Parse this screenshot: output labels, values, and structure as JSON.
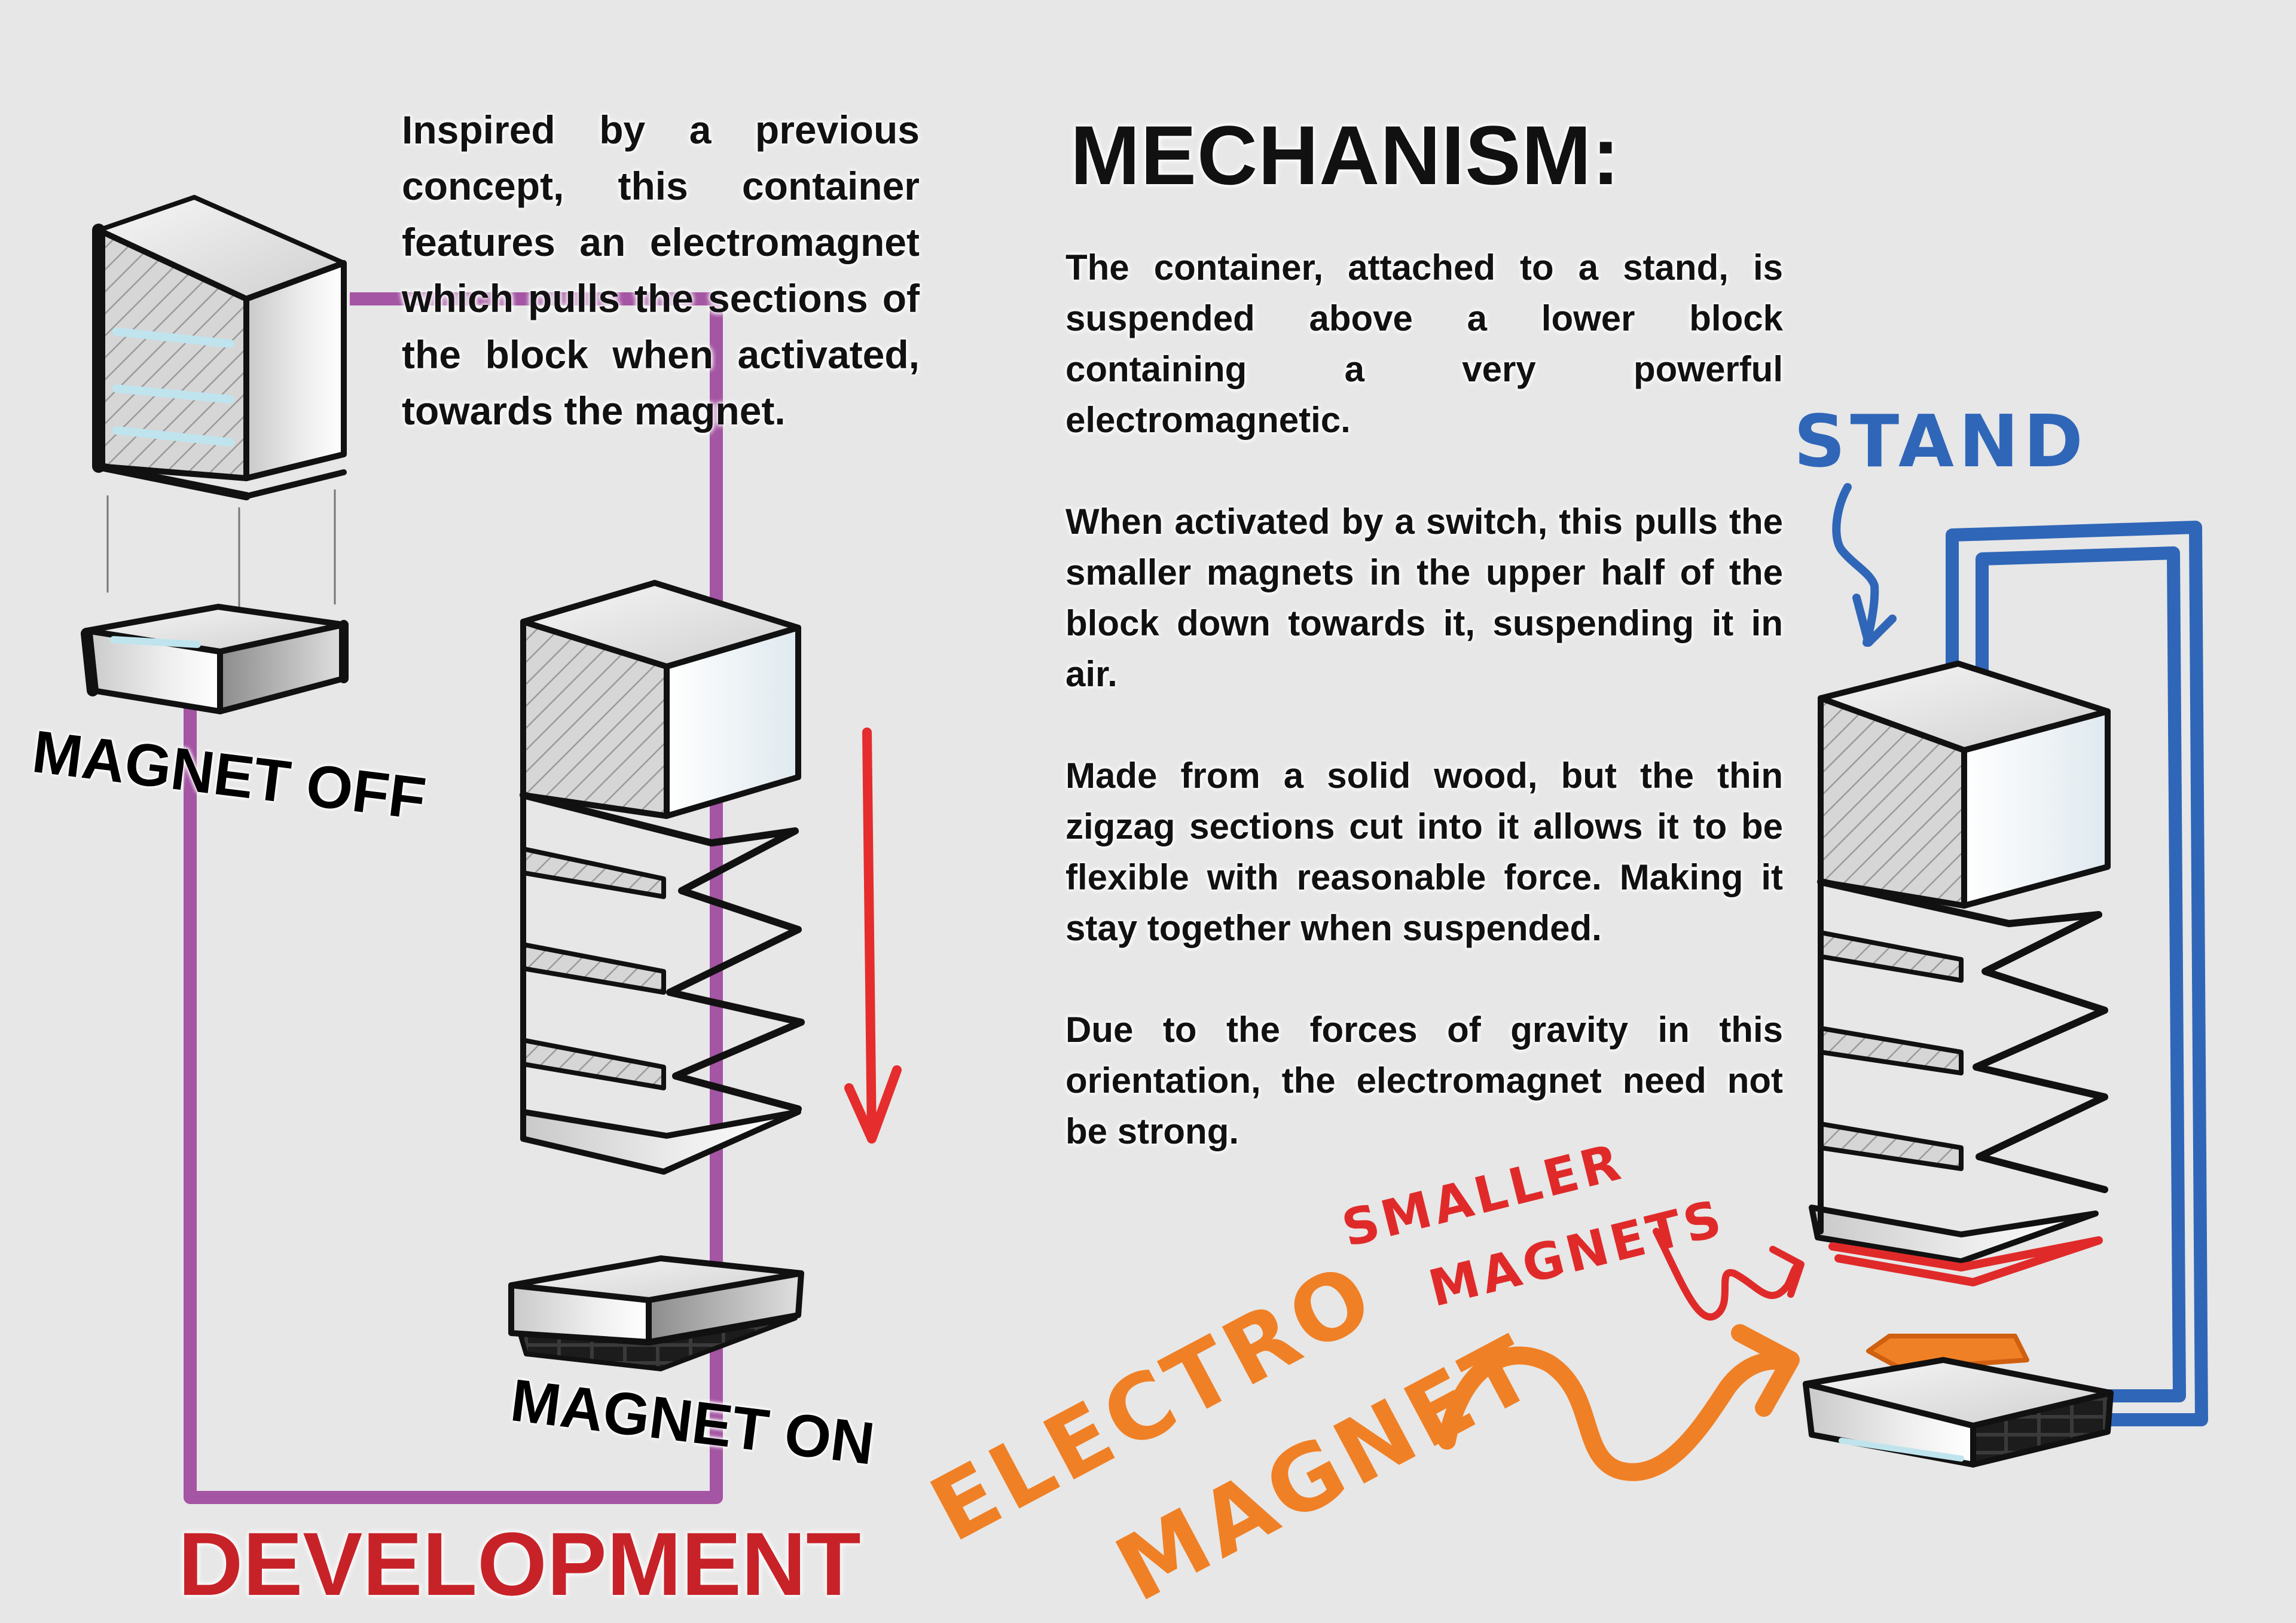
{
  "intro": {
    "text": "Inspired by a previous concept, this container features an electromagnet which pulls the sections of the block when activated, towards the magnet."
  },
  "mechanism": {
    "title": "MECHANISM:",
    "paragraphs": [
      "The container, attached to a stand, is suspended above a lower block containing a very powerful electromagnetic.",
      "When activated by a switch, this pulls the smaller magnets in the upper half of the block down towards it, suspending it in air.",
      "Made from a solid wood, but the thin zigzag sections cut into it allows it to be flexible with reasonable force. Making it stay together when suspended.",
      "Due to the forces of gravity in this orientation, the electromagnet need not be strong."
    ]
  },
  "labels": {
    "magnet_off": "MAGNET OFF",
    "magnet_on": "MAGNET ON",
    "development": "DEVELOPMENT"
  },
  "annotations": {
    "stand": "STAND",
    "smaller_magnets_line1": "SMALLER",
    "smaller_magnets_line2": "MAGNETS",
    "electromagnet_line1": "ELECTRO",
    "electromagnet_line2": "MAGNET"
  },
  "colors": {
    "background": "#e7e7e7",
    "development_title": "#c82229",
    "purple_frame": "#a455a3",
    "stand_blue": "#2f66b8",
    "magnet_red": "#e02a2a",
    "electromagnet_orange": "#f08025",
    "arrow_red": "#e52d2d"
  }
}
